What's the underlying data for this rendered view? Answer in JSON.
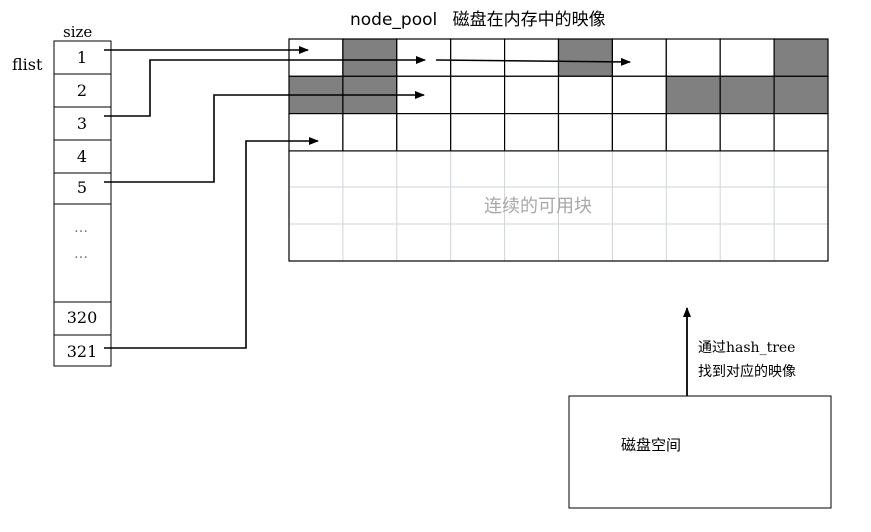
{
  "title": {
    "prefix": "node_pool",
    "suffix": "磁盘在内存中的映像"
  },
  "flist": {
    "label": "flist",
    "header": "size",
    "entries": [
      "1",
      "2",
      "3",
      "4",
      "5",
      "…",
      "…",
      "320",
      "321"
    ]
  },
  "pool": {
    "rows": 3,
    "cols": 10,
    "filled": [
      [
        0,
        1
      ],
      [
        0,
        5
      ],
      [
        0,
        9
      ],
      [
        1,
        0
      ],
      [
        1,
        1
      ],
      [
        1,
        7
      ],
      [
        1,
        8
      ],
      [
        1,
        9
      ]
    ],
    "fill_color": "#808080",
    "free_area_label": "连续的可用块"
  },
  "hash_note": {
    "line1": "通过hash_tree",
    "line2": "找到对应的映像"
  },
  "disk": {
    "label": "磁盘空间"
  }
}
